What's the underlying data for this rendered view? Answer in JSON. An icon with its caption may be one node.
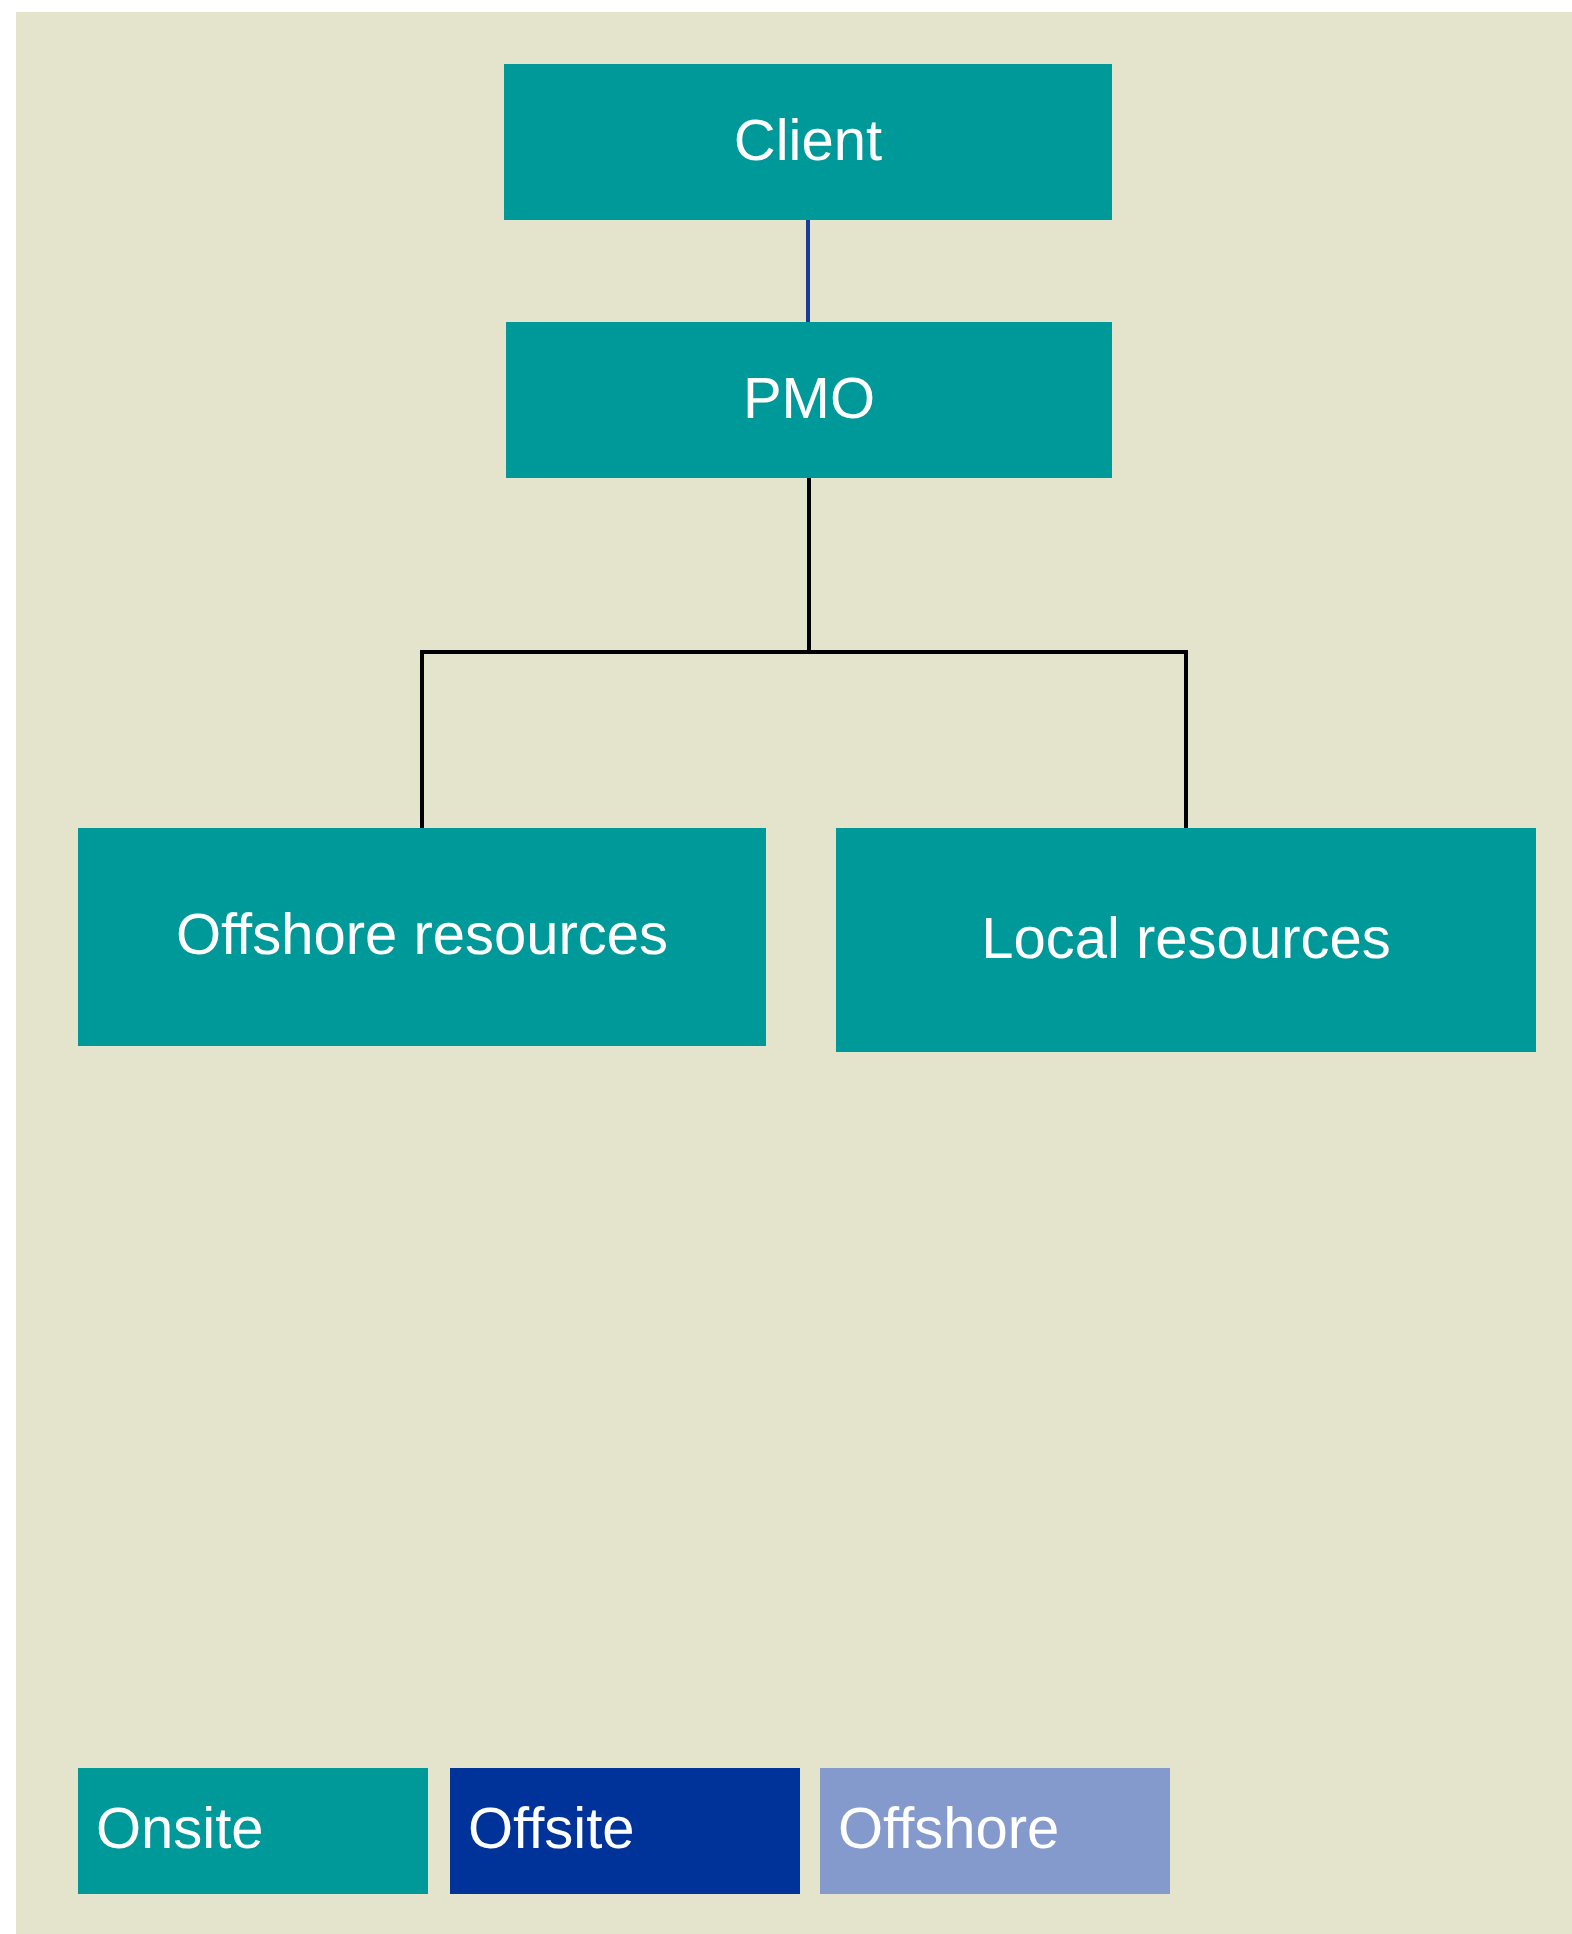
{
  "diagram": {
    "nodes": [
      {
        "text": [
          "Client"
        ]
      },
      {
        "text": [
          "PMO"
        ]
      },
      {
        "text": [
          "Offshore resources"
        ]
      },
      {
        "text": [
          "Local resources"
        ]
      }
    ],
    "edges": [
      {
        "from": 0,
        "to": 1,
        "arrow": "none",
        "color": "#1a3a99"
      },
      {
        "from": 1,
        "to": 2,
        "arrow": "none"
      },
      {
        "from": 1,
        "to": 3,
        "arrow": "none"
      }
    ],
    "legend": [
      {
        "text": "Onsite",
        "color": "#009999"
      },
      {
        "text": "Offsite",
        "color": "#003399"
      },
      {
        "text": "Offshore",
        "color": "#8499cc"
      }
    ]
  }
}
